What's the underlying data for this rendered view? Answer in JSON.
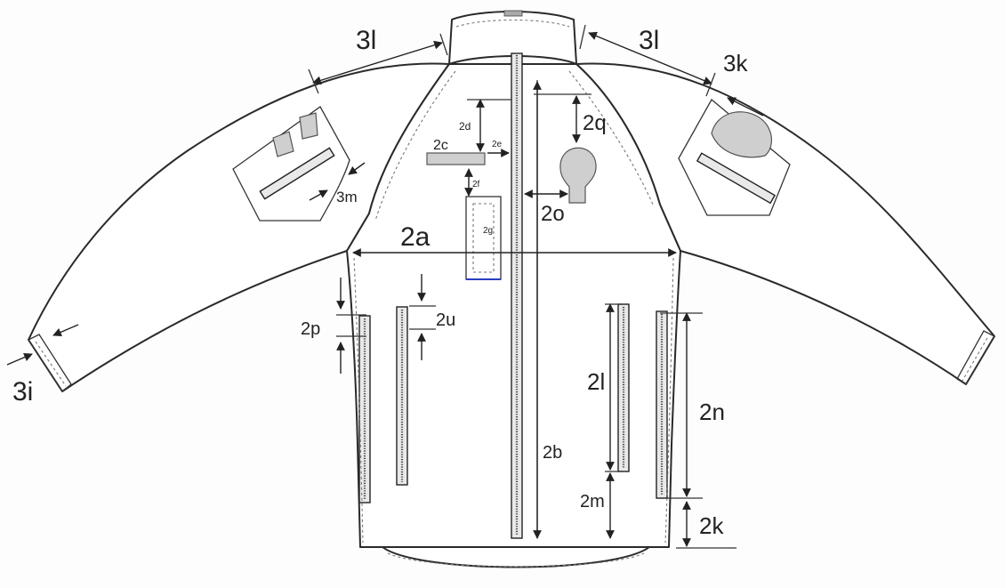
{
  "labels": {
    "l_2a": "2a",
    "l_2b": "2b",
    "l_2c": "2c",
    "l_2d": "2d",
    "l_2e": "2e",
    "l_2f": "2f",
    "l_2g": "2g",
    "l_2k": "2k",
    "l_2l": "2l",
    "l_2m": "2m",
    "l_2n": "2n",
    "l_2o": "2o",
    "l_2p": "2p",
    "l_2q": "2q",
    "l_2u": "2u",
    "l_3i": "3i",
    "l_3k": "3k",
    "l_3l_left": "3l",
    "l_3l_right": "3l",
    "l_3m": "3m"
  }
}
